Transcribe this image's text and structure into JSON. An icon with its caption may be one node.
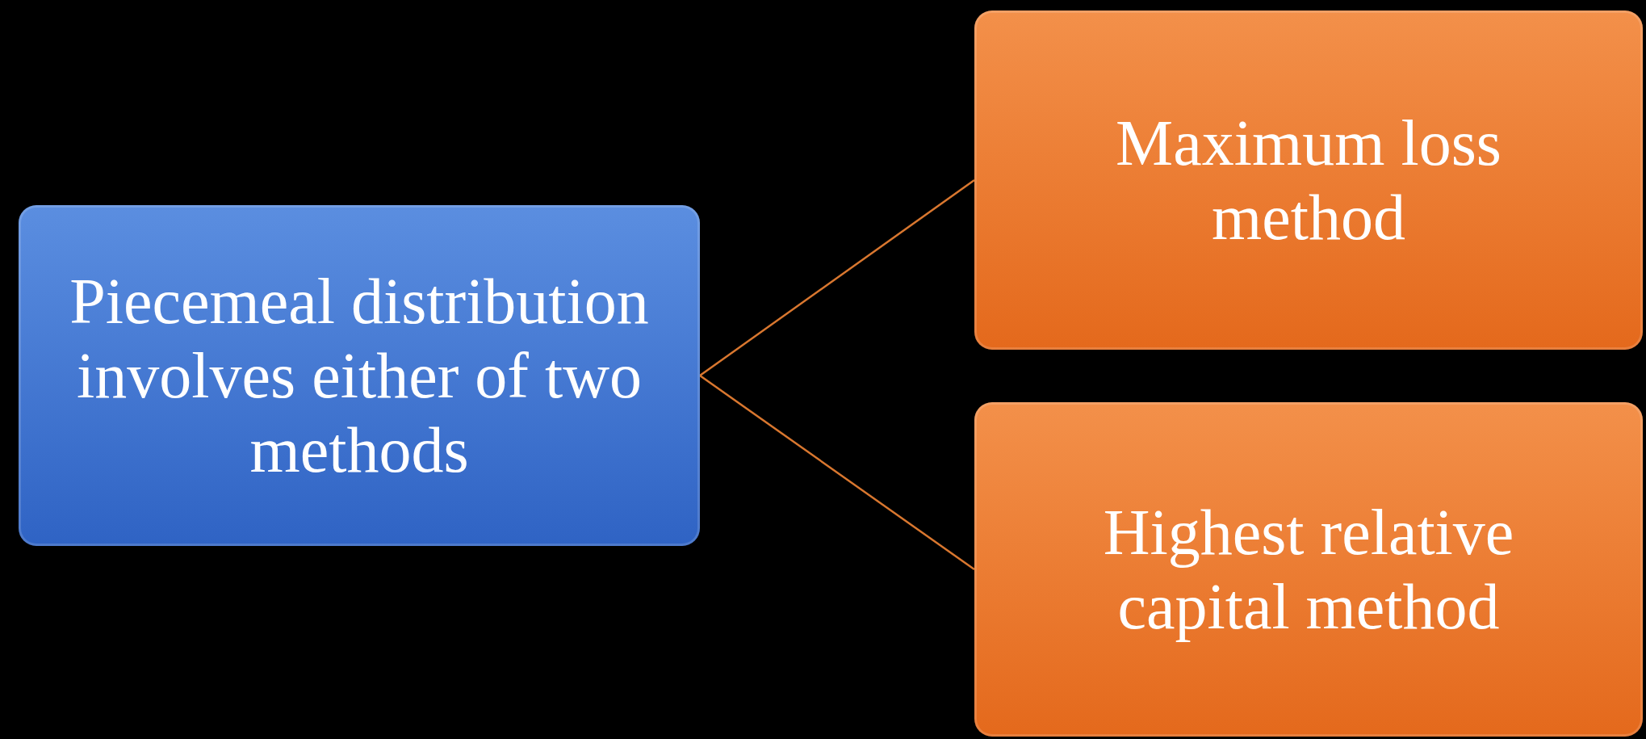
{
  "diagram": {
    "nodes": [
      {
        "text": [
          "Piecemeal distribution involves either of two methods"
        ]
      },
      {
        "text": [
          "Maximum loss method"
        ]
      },
      {
        "text": [
          "Highest relative capital method"
        ]
      }
    ],
    "edges": [
      {
        "from": 0,
        "to": 1,
        "arrow": "none"
      },
      {
        "from": 0,
        "to": 2,
        "arrow": "none"
      }
    ]
  }
}
